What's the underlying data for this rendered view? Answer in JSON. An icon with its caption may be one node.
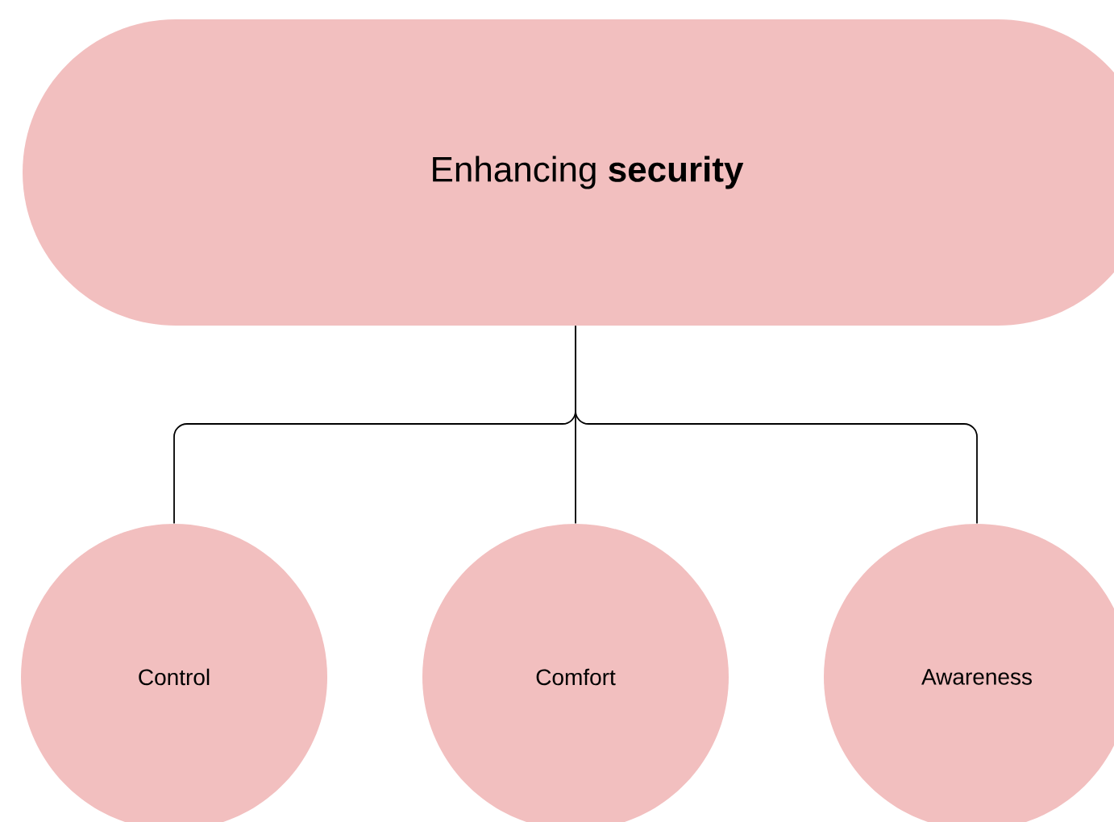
{
  "diagram": {
    "nodes": [
      {
        "text": [
          "Enhancing **security**"
        ]
      },
      {
        "text": [
          "Control"
        ]
      },
      {
        "text": [
          "Comfort"
        ]
      },
      {
        "text": [
          "Awareness"
        ]
      }
    ],
    "edges": [
      {
        "from": 0,
        "to": 1,
        "arrow": "none"
      },
      {
        "from": 0,
        "to": 2,
        "arrow": "none"
      },
      {
        "from": 0,
        "to": 3,
        "arrow": "none"
      }
    ]
  }
}
